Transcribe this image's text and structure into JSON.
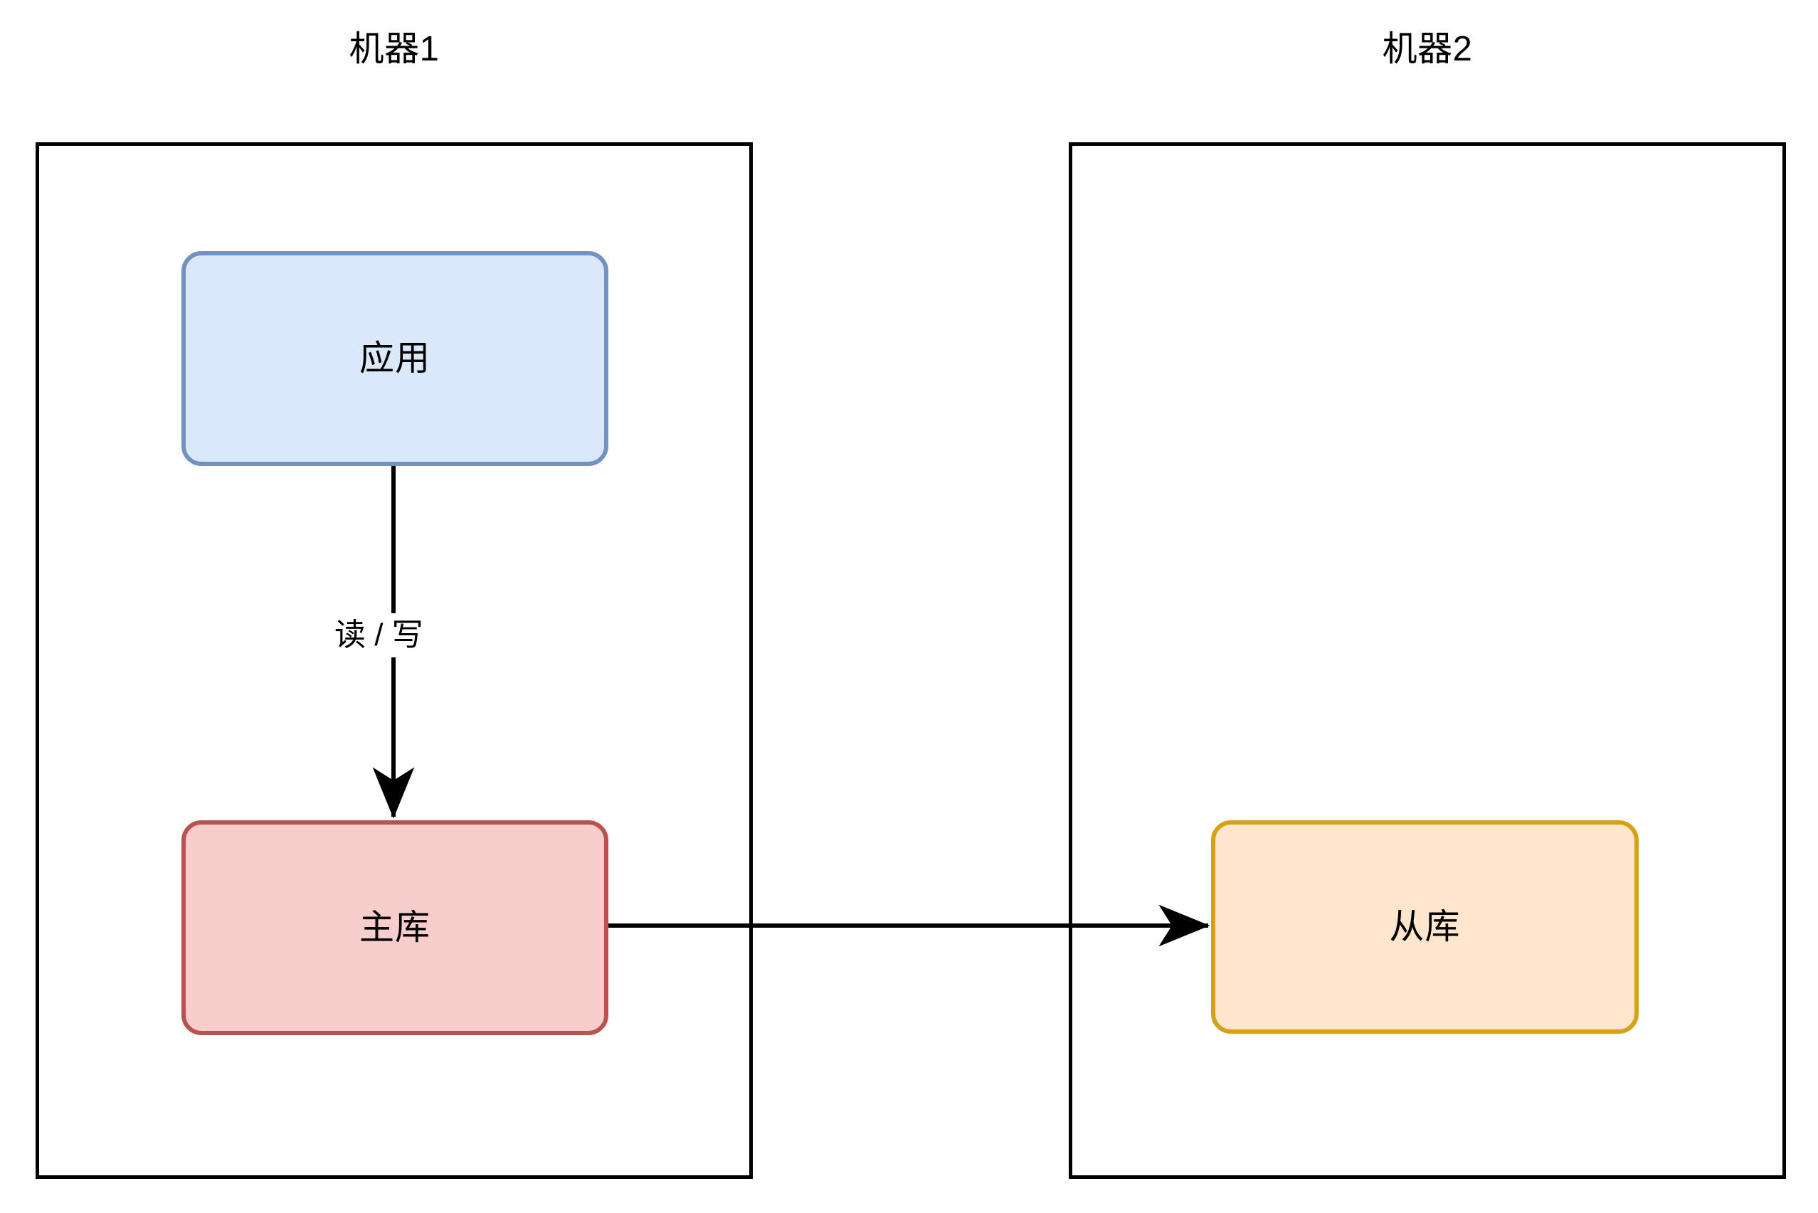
{
  "diagram": {
    "type": "architecture-flow",
    "background_color": "#ffffff",
    "machines": [
      {
        "id": "machine1",
        "title": "机器1",
        "border_color": "#000000"
      },
      {
        "id": "machine2",
        "title": "机器2",
        "border_color": "#000000"
      }
    ],
    "nodes": [
      {
        "id": "app",
        "label": "应用",
        "machine": "machine1",
        "fill_color": "#dae8fc",
        "stroke_color": "#7491bf"
      },
      {
        "id": "master",
        "label": "主库",
        "machine": "machine1",
        "fill_color": "#f8cecc",
        "stroke_color": "#b85450"
      },
      {
        "id": "slave",
        "label": "从库",
        "machine": "machine2",
        "fill_color": "#ffe6cc",
        "stroke_color": "#d6a114"
      }
    ],
    "edges": [
      {
        "id": "app-to-master",
        "from": "app",
        "to": "master",
        "label": "读 / 写",
        "direction": "down",
        "color": "#000000"
      },
      {
        "id": "master-to-slave",
        "from": "master",
        "to": "slave",
        "label": "",
        "direction": "right",
        "color": "#000000"
      }
    ]
  }
}
